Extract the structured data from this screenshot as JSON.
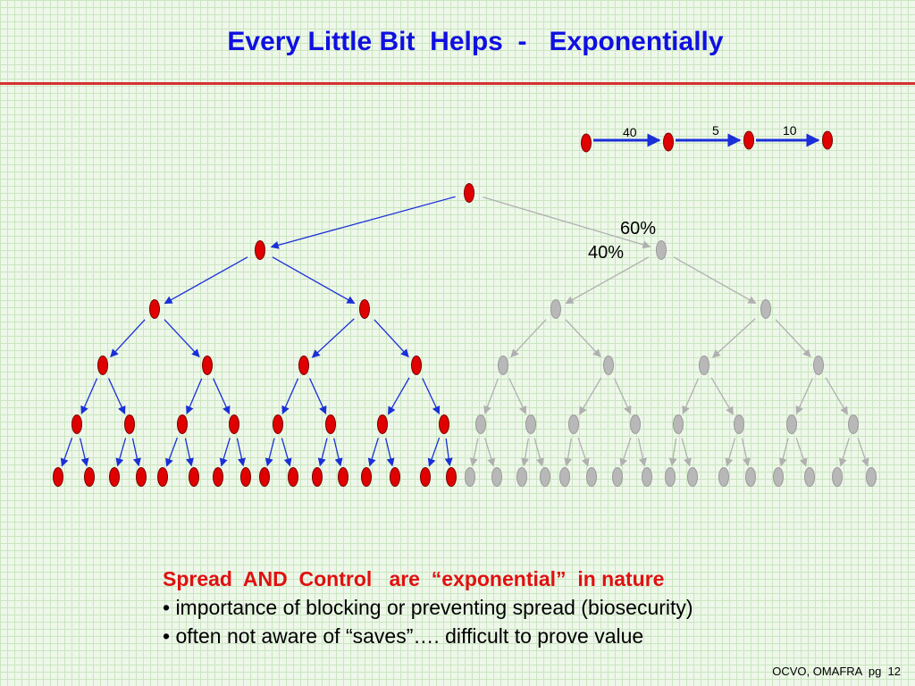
{
  "slide": {
    "title": "Every Little Bit  Helps  -   Exponentially",
    "footer": "OCVO, OMAFRA  pg  12"
  },
  "diagram": {
    "legend_chain": {
      "labels": [
        "40",
        "5",
        "10"
      ]
    },
    "split_labels": {
      "right": "60%",
      "left": "40%"
    },
    "colors": {
      "active": "#e00000",
      "inactive": "#b8b8b8",
      "active_arrow": "#1a2fd8",
      "inactive_arrow": "#b0b0b0"
    }
  },
  "text": {
    "heading": "Spread  AND  Control   are  “exponential”  in nature",
    "bullet_1": "• importance of blocking or preventing spread (biosecurity)",
    "bullet_2": "• often not aware of “saves”…. difficult to prove value"
  }
}
